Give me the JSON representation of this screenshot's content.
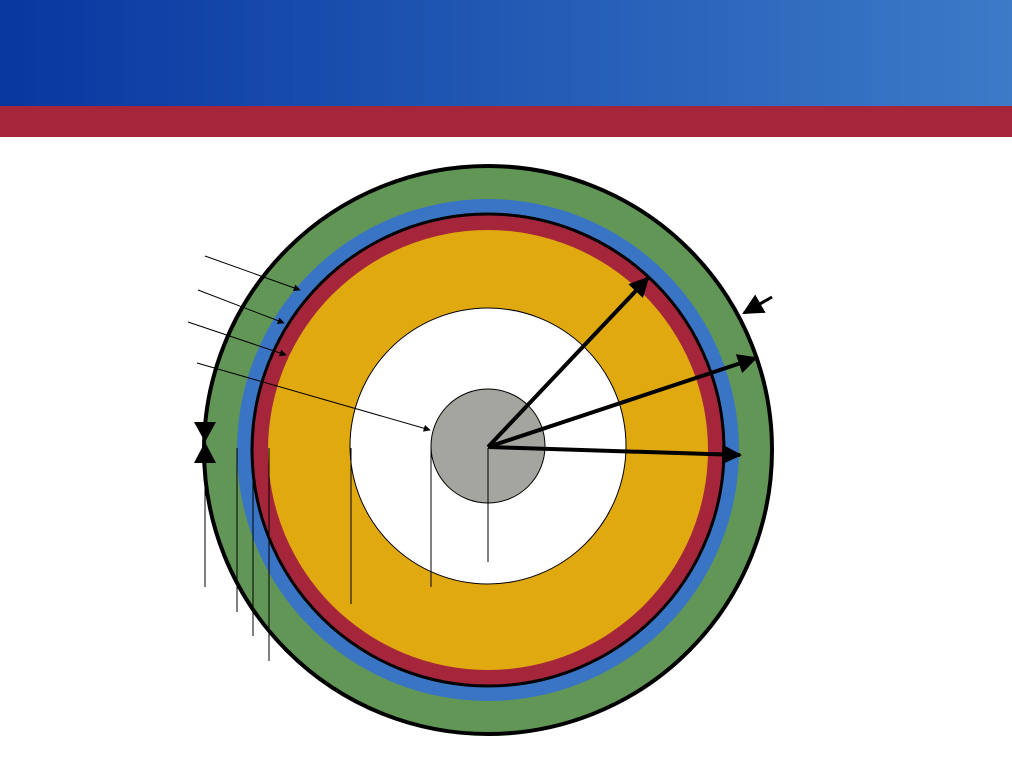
{
  "header": {
    "gradient_start": "#0837a0",
    "gradient_end": "#3c7bc8",
    "band_color": "#a5253b"
  },
  "diagram": {
    "layers": [
      {
        "name": "outer-jacket",
        "color": "#629657"
      },
      {
        "name": "blue-layer",
        "color": "#3a74c5"
      },
      {
        "name": "red-layer",
        "color": "#a5253b"
      },
      {
        "name": "cladding",
        "color": "#e0a90f"
      },
      {
        "name": "inner-region",
        "color": "#ffffff"
      },
      {
        "name": "core",
        "color": "#a5a5a0"
      }
    ],
    "outline_color": "#000000",
    "labels": []
  }
}
